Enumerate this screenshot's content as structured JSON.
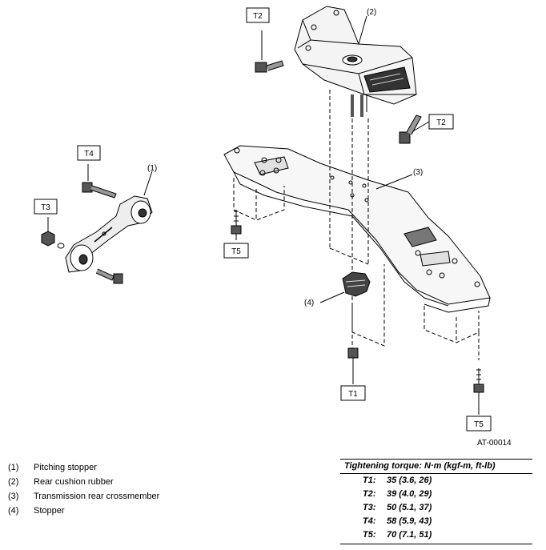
{
  "callouts": {
    "c1": "(1)",
    "c2": "(2)",
    "c3": "(3)",
    "c4": "(4)"
  },
  "torque_boxes": {
    "t2_top": "T2",
    "t2_right": "T2",
    "t4": "T4",
    "t3": "T3",
    "t5_left": "T5",
    "t1": "T1",
    "t5_right": "T5"
  },
  "figure_ref": "AT-00014",
  "legend": [
    {
      "num": "(1)",
      "label": "Pitching stopper"
    },
    {
      "num": "(2)",
      "label": "Rear cushion rubber"
    },
    {
      "num": "(3)",
      "label": "Transmission rear crossmember"
    },
    {
      "num": "(4)",
      "label": "Stopper"
    }
  ],
  "torque_table": {
    "title": "Tightening torque: N·m (kgf-m, ft-lb)",
    "rows": [
      {
        "key": "T1:",
        "value": "35 (3.6, 26)"
      },
      {
        "key": "T2:",
        "value": "39 (4.0, 29)"
      },
      {
        "key": "T3:",
        "value": "50 (5.1, 37)"
      },
      {
        "key": "T4:",
        "value": "58 (5.9, 43)"
      },
      {
        "key": "T5:",
        "value": "70 (7.1, 51)"
      }
    ]
  }
}
